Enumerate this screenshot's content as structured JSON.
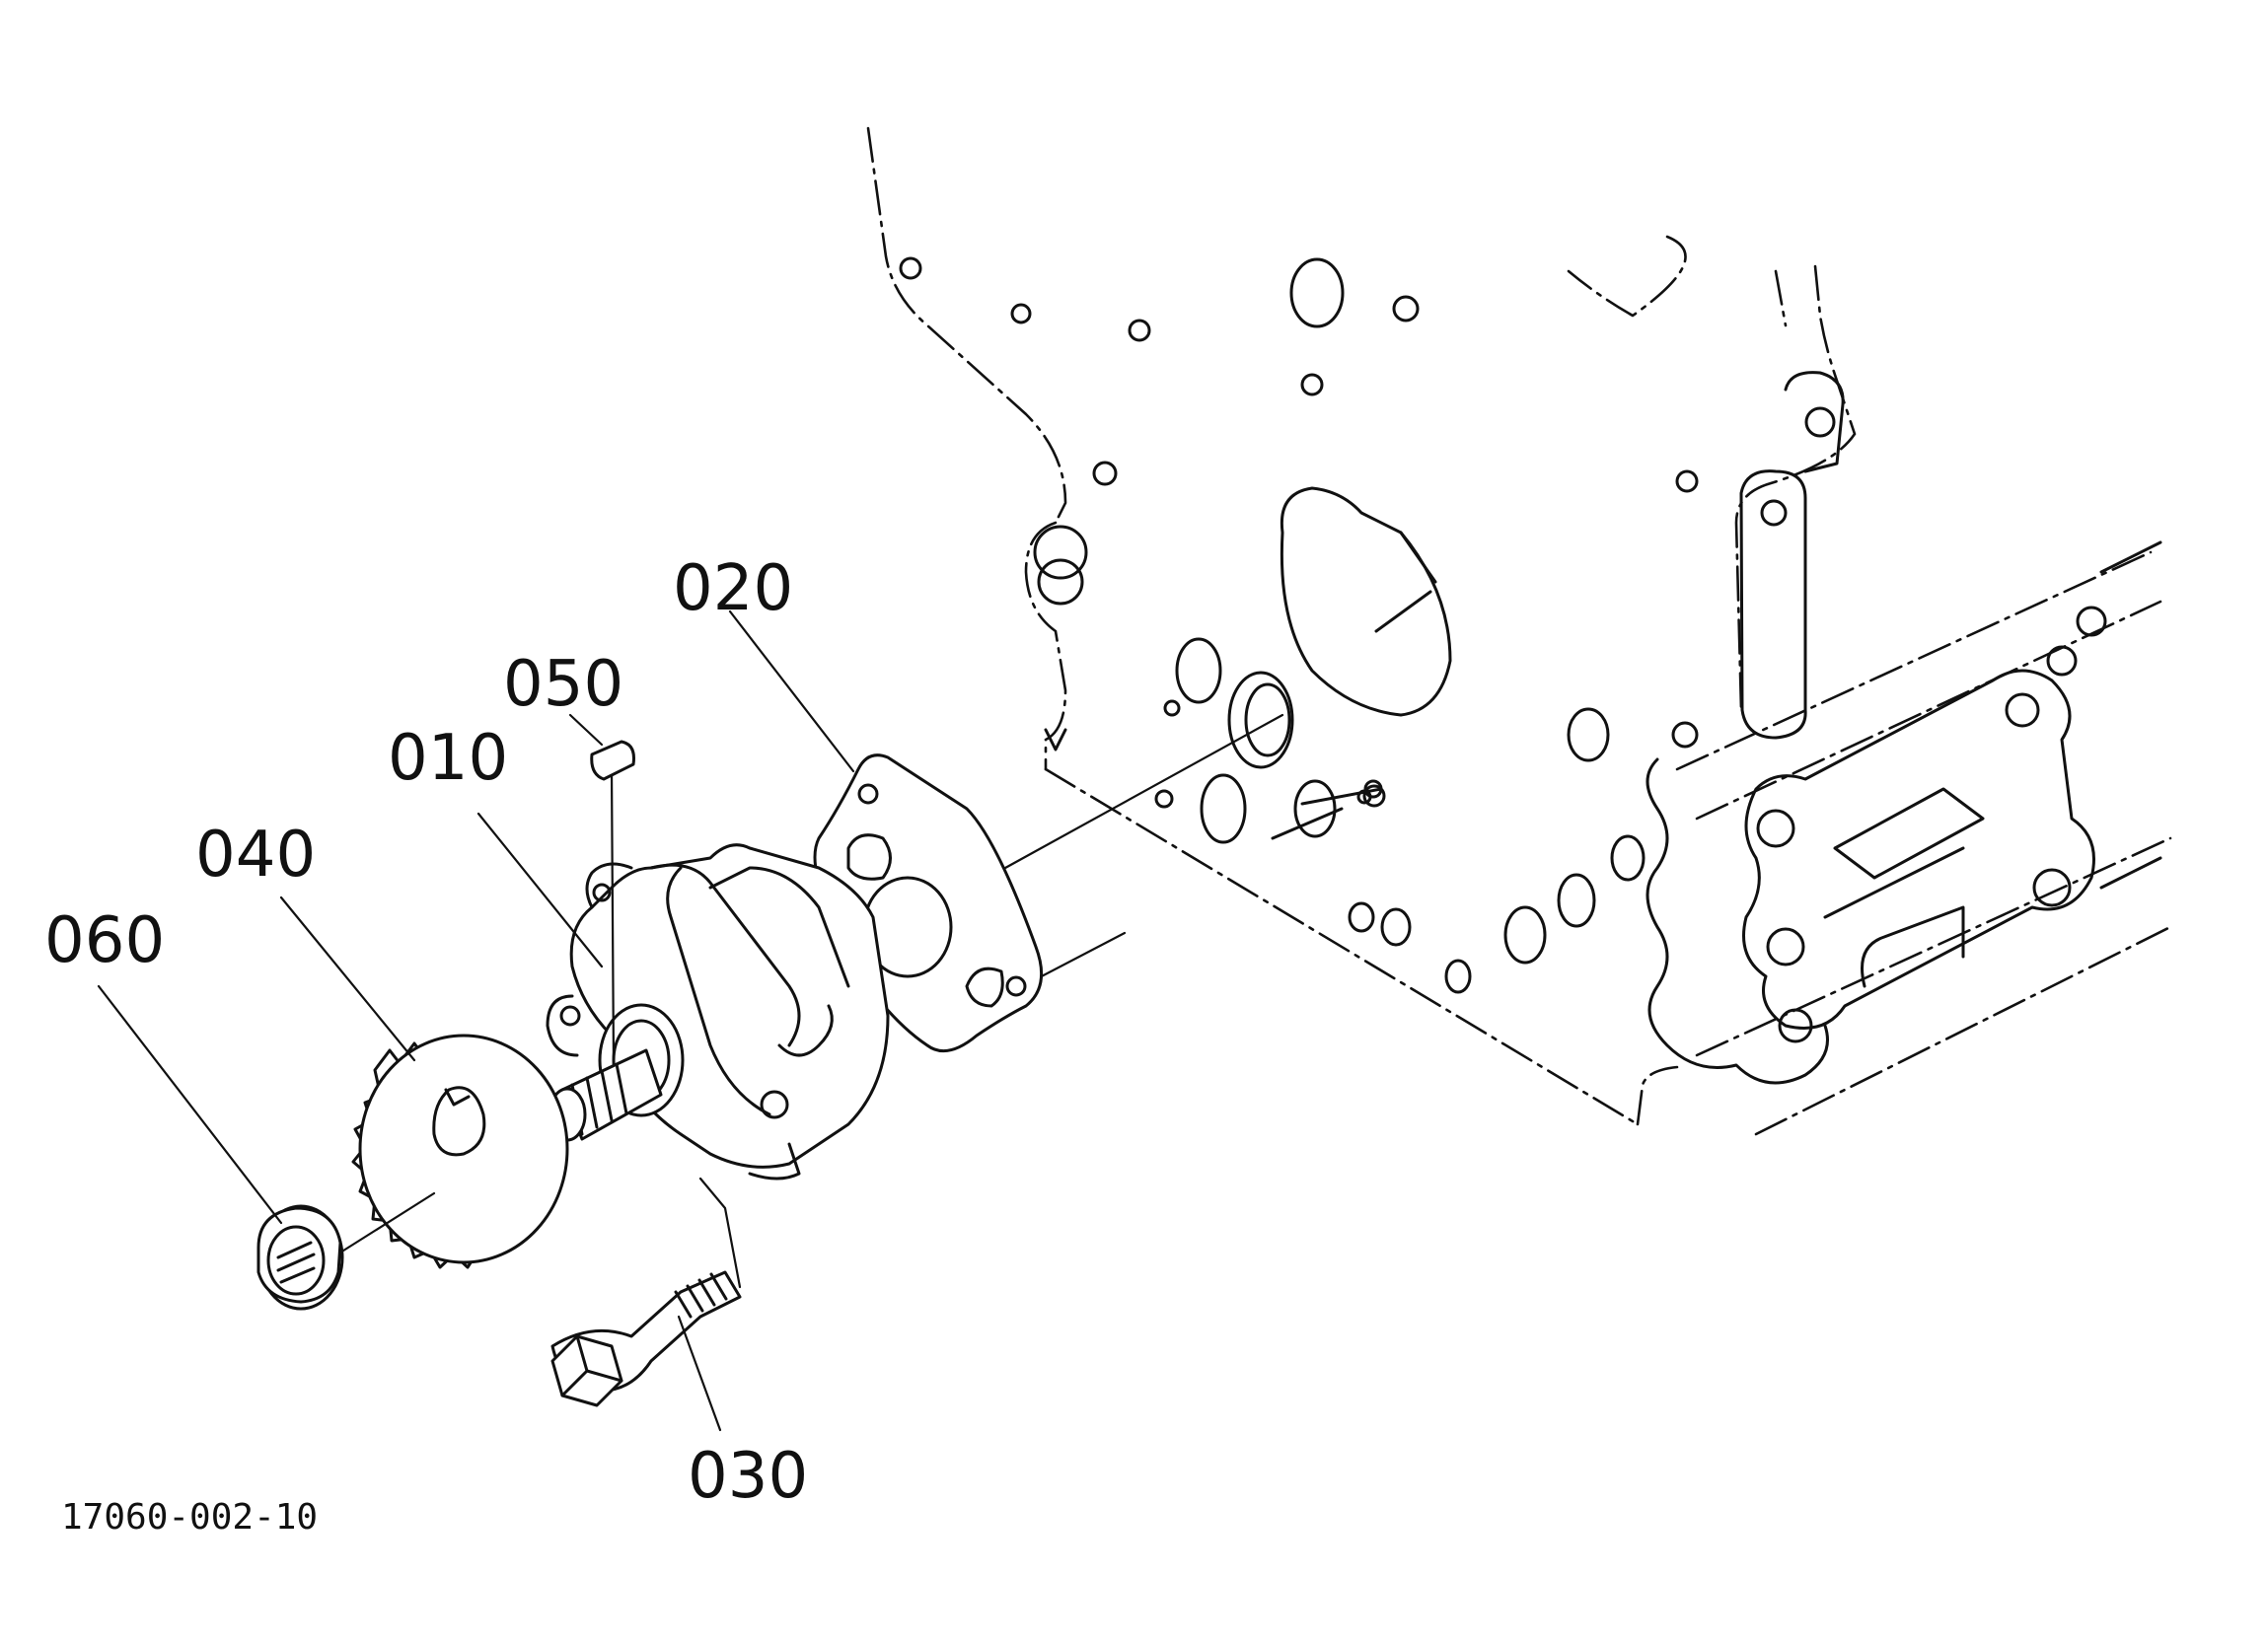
{
  "diagram": {
    "drawing_number": "17060-002-10",
    "callouts": {
      "c010": "010",
      "c020": "020",
      "c030": "030",
      "c040": "040",
      "c050": "050",
      "c060": "060"
    }
  }
}
